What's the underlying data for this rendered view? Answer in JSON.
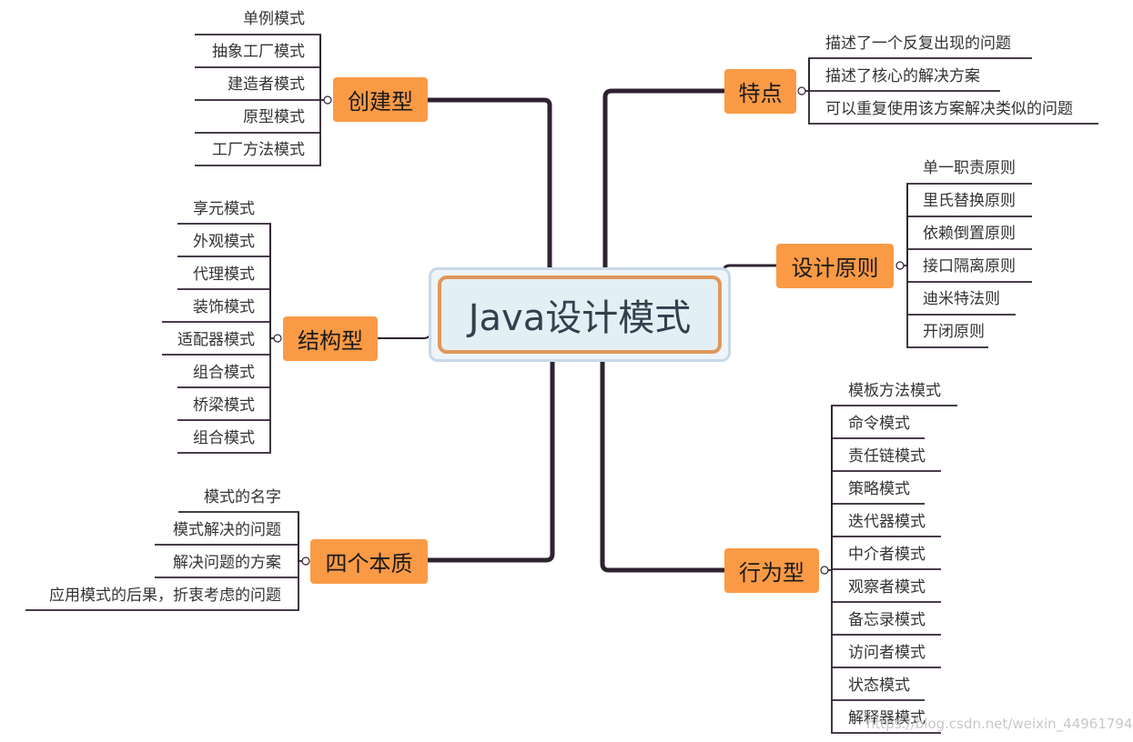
{
  "central": "Java设计模式",
  "branches": {
    "creational": {
      "label": "创建型",
      "items": [
        "单例模式",
        "抽象工厂模式",
        "建造者模式",
        "原型模式",
        "工厂方法模式"
      ]
    },
    "structural": {
      "label": "结构型",
      "items": [
        "享元模式",
        "外观模式",
        "代理模式",
        "装饰模式",
        "适配器模式",
        "组合模式",
        "桥梁模式",
        "组合模式"
      ]
    },
    "essence": {
      "label": "四个本质",
      "items": [
        "模式的名字",
        "模式解决的问题",
        "解决问题的方案",
        "应用模式的后果，折衷考虑的问题"
      ]
    },
    "features": {
      "label": "特点",
      "items": [
        "描述了一个反复出现的问题",
        "描述了核心的解决方案",
        "可以重复使用该方案解决类似的问题"
      ]
    },
    "principles": {
      "label": "设计原则",
      "items": [
        "单一职责原则",
        "里氏替换原则",
        "依赖倒置原则",
        "接口隔离原则",
        "迪米特法则",
        "开闭原则"
      ]
    },
    "behavioral": {
      "label": "行为型",
      "items": [
        "模板方法模式",
        "命令模式",
        "责任链模式",
        "策略模式",
        "迭代器模式",
        "中介者模式",
        "观察者模式",
        "备忘录模式",
        "访问者模式",
        "状态模式",
        "解释器模式"
      ]
    }
  },
  "watermark": "https://blog.csdn.net/weixin_44961794",
  "colors": {
    "branch_fill": "#fa9a45",
    "central_border": "#e0975a",
    "central_fill": "#e2eff5",
    "line": "#2e2230"
  }
}
